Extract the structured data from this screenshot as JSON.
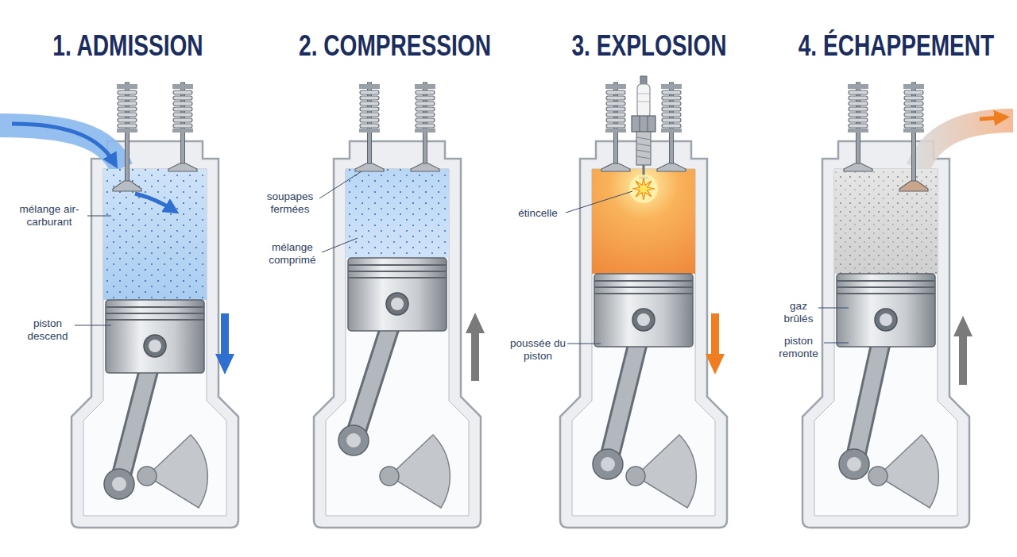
{
  "diagram": {
    "nodes": [
      {
        "text": [
          "1. ADMISSION"
        ]
      },
      {
        "text": [
          "2. COMPRESSION"
        ]
      },
      {
        "text": [
          "3. EXPLOSION"
        ]
      },
      {
        "text": [
          "4. ÉCHAPPEMENT"
        ]
      }
    ],
    "labels": [
      "mélange air-carburant",
      "piston descend",
      "soupapes fermées",
      "mélange comprimé",
      "étincelle",
      "poussée du piston",
      "gaz brûlés",
      "piston remonte"
    ]
  }
}
